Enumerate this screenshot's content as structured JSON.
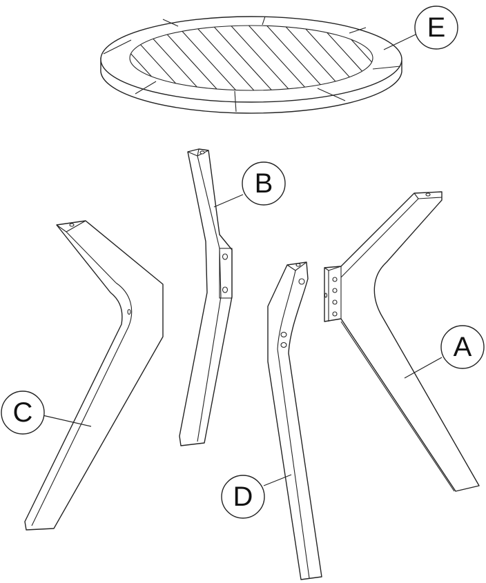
{
  "callouts": {
    "a": "A",
    "b": "B",
    "c": "C",
    "d": "D",
    "e": "E"
  },
  "colors": {
    "line": "#222222",
    "background": "#ffffff"
  }
}
